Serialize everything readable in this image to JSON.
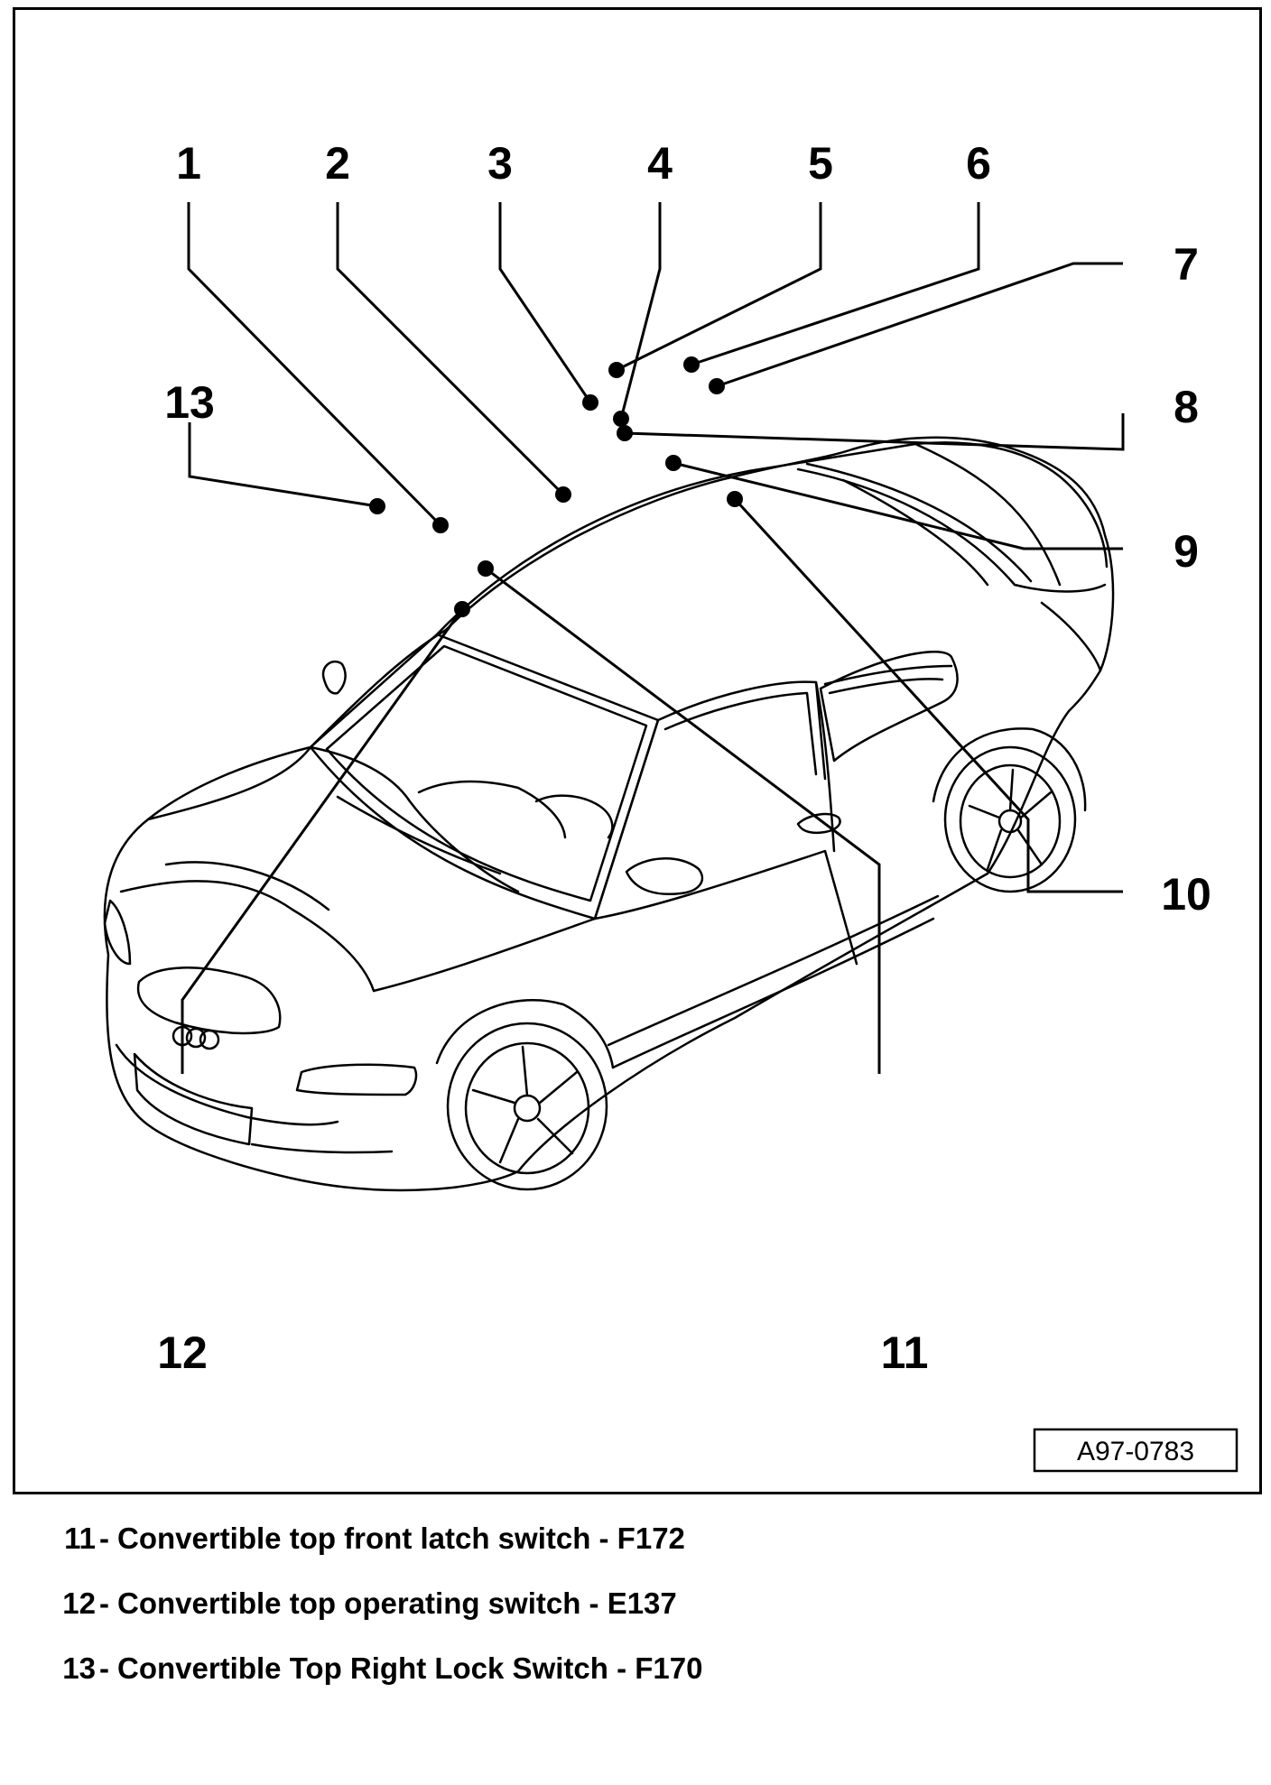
{
  "diagram": {
    "callouts": [
      "1",
      "2",
      "3",
      "4",
      "5",
      "6",
      "7",
      "8",
      "9",
      "10",
      "11",
      "12",
      "13"
    ],
    "reference_code": "A97-0783"
  },
  "legend": [
    {
      "number": "11",
      "text": "Convertible top front latch switch - F172"
    },
    {
      "number": "12",
      "text": "Convertible top operating switch - E137"
    },
    {
      "number": "13",
      "text": "Convertible Top Right Lock Switch - F170"
    }
  ]
}
